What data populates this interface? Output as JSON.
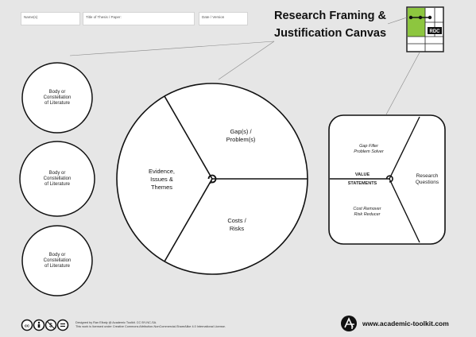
{
  "header": {
    "fields": [
      {
        "label": "Name(s)"
      },
      {
        "label": "Title of Thesis / Paper:"
      },
      {
        "label": "Date / Version"
      }
    ],
    "title_line1": "Research Framing &",
    "title_line2": "Justification Canvas",
    "thumbnail_label": "RDC"
  },
  "literature_circles": [
    {
      "label_lines": [
        "Body or",
        "Constellation",
        "of Literature"
      ]
    },
    {
      "label_lines": [
        "Body or",
        "Constellation",
        "of Literature"
      ]
    },
    {
      "label_lines": [
        "Body or",
        "Constellation",
        "of Literature"
      ]
    }
  ],
  "main_circle": {
    "gap": [
      "Gap(s) /",
      "Problem(s)"
    ],
    "evidence": [
      "Evidence,",
      "Issues &",
      "Themes"
    ],
    "costs": [
      "Costs /",
      "Risks"
    ]
  },
  "value_proposition": {
    "gap_filler": [
      "Gap Filler",
      "Problem Solver"
    ],
    "value": "VALUE",
    "statements": "STATEMENTS",
    "cost_remover": [
      "Cost Remover",
      "Risk Reducer"
    ],
    "research_questions": [
      "Research",
      "Questions"
    ]
  },
  "footer": {
    "designed_by": "Designed by Ran Elbaly @ Academic Toolkit. CC BY-NC-SA.",
    "license": "This work is licensed under Creative Commons Attribution-NonCommercial-ShareAlike 4.0 International License.",
    "website": "www.academic-toolkit.com",
    "cc_icons": [
      "cc-icon",
      "by-icon",
      "nc-icon",
      "sa-icon"
    ]
  },
  "colors": {
    "background": "#e6e6e6",
    "thumbnail_green": "#8dc63f"
  }
}
